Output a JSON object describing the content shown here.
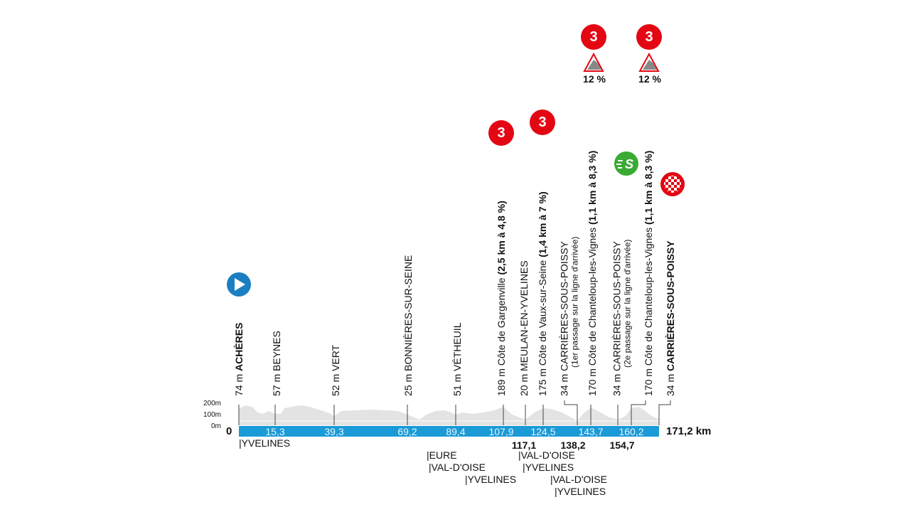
{
  "scale": {
    "y_labels": [
      "200m",
      "100m",
      "0m"
    ],
    "start_km": "0",
    "end_km": "171,2 km"
  },
  "points": [
    {
      "alt": "74 m",
      "name": "ACHÈRES",
      "bold": true
    },
    {
      "alt": "57 m",
      "name": "BEYNES"
    },
    {
      "alt": "52 m",
      "name": "VERT"
    },
    {
      "alt": "25 m",
      "name": "BONNIÈRES-SUR-SEINE"
    },
    {
      "alt": "51 m",
      "name": "VÉTHEUIL"
    },
    {
      "alt": "189 m",
      "name": "Côte de Gargenville",
      "detail": "(2,5 km à 4,8 %)"
    },
    {
      "alt": "20 m",
      "name": "MEULAN-EN-YVELINES"
    },
    {
      "alt": "175 m",
      "name": "Côte de Vaux-sur-Seine",
      "detail": "(1,4 km à 7 %)"
    },
    {
      "alt": "34 m",
      "name": "CARRIÈRES-SOUS-POISSY",
      "sub": "(1er passage sur la ligne d'arrivée)"
    },
    {
      "alt": "170 m",
      "name": "Côte de Chanteloup-les-Vignes",
      "detail": "(1,1 km à 8,3 %)"
    },
    {
      "alt": "34 m",
      "name": "CARRIÈRES-SOUS-POISSY",
      "sub": "(2e passage sur la ligne d'arrivée)"
    },
    {
      "alt": "170 m",
      "name": "Côte de Chanteloup-les-Vignes",
      "detail": "(1,1 km à 8,3 %)"
    },
    {
      "alt": "34 m",
      "name": "CARRIÈRES-SOUS-POISSY",
      "bold": true
    }
  ],
  "km_in_bar": [
    "15,3",
    "39,3",
    "69,2",
    "89,4",
    "107,9",
    "124,5",
    "143,7",
    "160,2"
  ],
  "km_below": [
    "117,1",
    "138,2",
    "154,7"
  ],
  "departments": [
    "|YVELINES",
    "|EURE",
    "|VAL-D'OISE",
    "|YVELINES",
    "|VAL-D'OISE",
    "|YVELINES",
    "|VAL-D'OISE",
    "|YVELINES"
  ],
  "climbs": {
    "category": "3",
    "steep": "12 %"
  },
  "icons": {
    "start": "start-icon",
    "sprint": "sprint-icon",
    "finish": "finish-icon",
    "sprint_letter": "S"
  },
  "colors": {
    "bar": "#1a9ad6",
    "climb": "#e30613",
    "sprint": "#3aaa35",
    "profile": "#e3e3e3"
  }
}
